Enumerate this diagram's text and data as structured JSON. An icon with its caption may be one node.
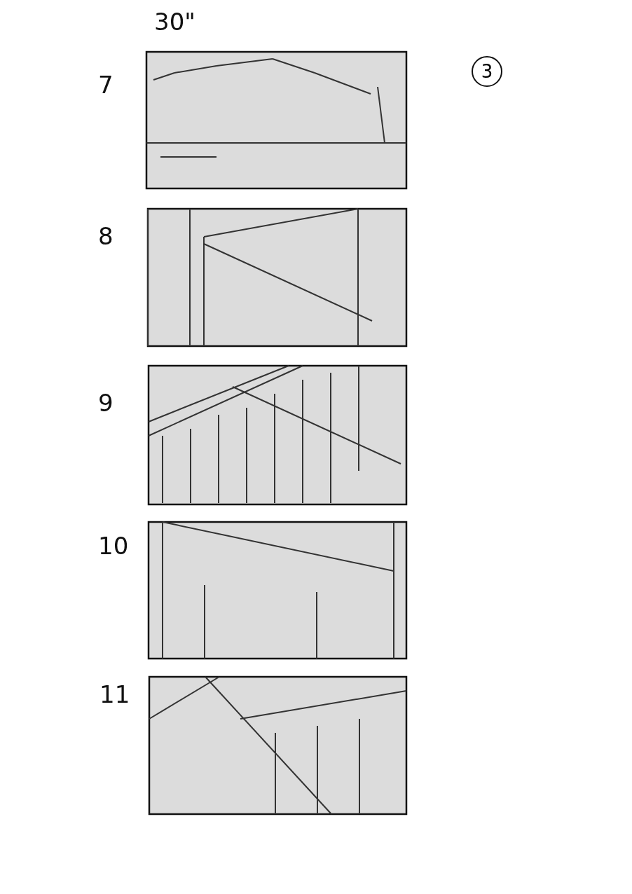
{
  "diagram": {
    "nodes": [
      {
        "text": [
          "3"
        ]
      }
    ],
    "labels": [
      "30\"",
      "7",
      "8",
      "9",
      "10",
      "11"
    ]
  }
}
